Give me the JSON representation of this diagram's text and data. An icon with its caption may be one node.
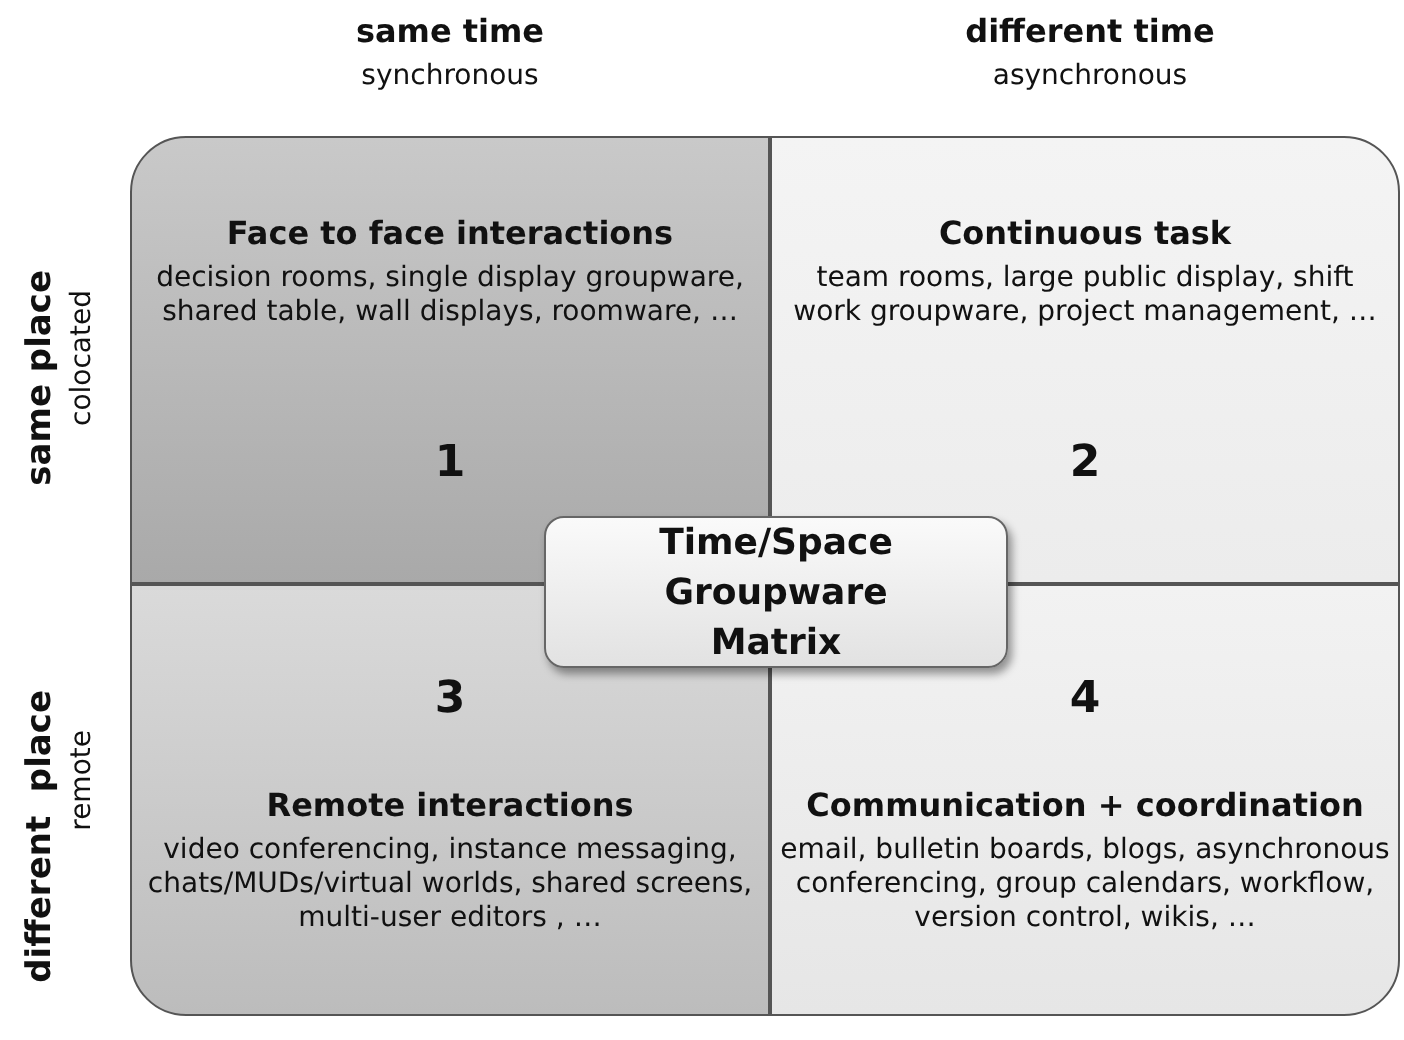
{
  "diagram": {
    "nodes": [
      {
        "text": [
          "Face to face interactions",
          "decision rooms, single display groupware, shared table, wall displays, roomware, …",
          "1"
        ]
      },
      {
        "text": [
          "Continuous task",
          "team rooms, large public display, shift work groupware, project management, …",
          "2"
        ]
      },
      {
        "text": [
          "3",
          "Remote interactions",
          "video conferencing, instance messaging, chats/MUDs/virtual worlds, shared screens, multi-user editors , …"
        ]
      },
      {
        "text": [
          "4",
          "Communication + coordination",
          "email, bulletin boards, blogs, asynchronous conferencing, group calendars, workflow,  version control, wikis, …"
        ]
      },
      {
        "text": [
          "Time/Space Groupware Matrix"
        ]
      }
    ],
    "edges": [],
    "labels": [
      "same time",
      "synchronous",
      "different time",
      "asynchronous",
      "same place",
      "colocated",
      "different  place",
      "remote"
    ]
  }
}
